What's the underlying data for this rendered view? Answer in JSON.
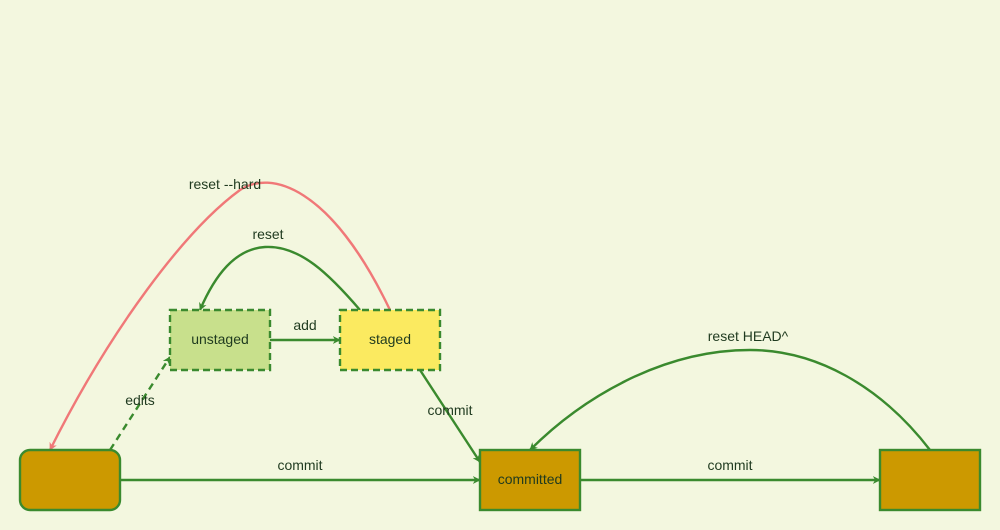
{
  "colors": {
    "background": "#f3f7df",
    "edge": "#3a8a2e",
    "edge_reset_hard": "#f07878",
    "node_stroke": "#3a8a2e",
    "unstaged_fill": "#c8e08c",
    "staged_fill": "#fbea60",
    "commit_fill": "#cc9900",
    "text": "#1f3a1f"
  },
  "nodes": {
    "working": {
      "label": ""
    },
    "unstaged": {
      "label": "unstaged"
    },
    "staged": {
      "label": "staged"
    },
    "committed": {
      "label": "committed"
    },
    "next_commit": {
      "label": ""
    }
  },
  "edges": {
    "reset_hard": "reset --hard",
    "reset": "reset",
    "add": "add",
    "edits": "edits",
    "commit_from_staged": "commit",
    "commit_from_working": "commit",
    "commit_to_next": "commit",
    "reset_head": "reset HEAD^"
  }
}
